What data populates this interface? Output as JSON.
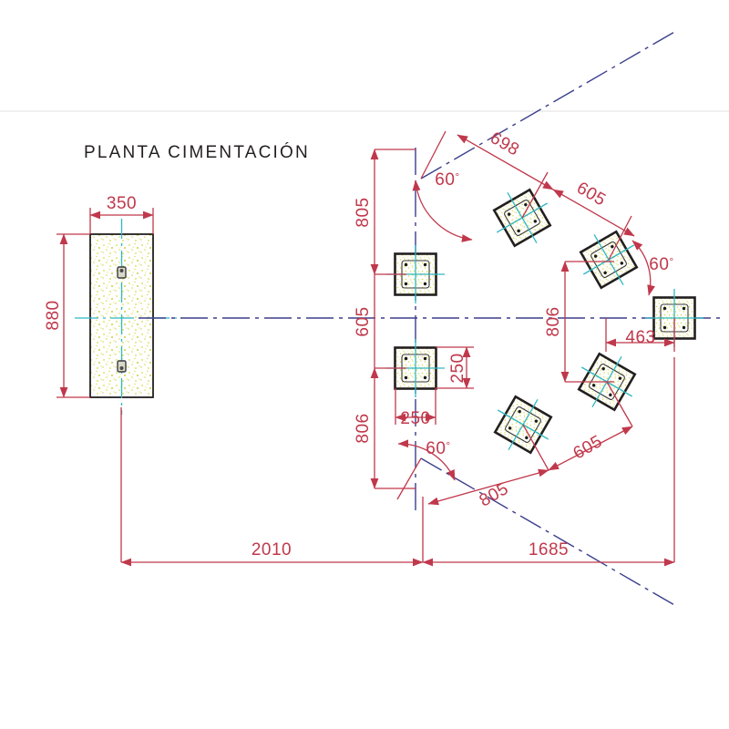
{
  "drawing": {
    "title": "PLANTA CIMENTACIÓN",
    "colors": {
      "dimension": "#c0384b",
      "outline": "#231f20",
      "centerline_cyan": "#2fb8c4",
      "axis_blue": "#3b3f8c",
      "hatch": "#d9d94a",
      "background": "#ffffff"
    }
  },
  "left_block": {
    "name": "zapata corrida",
    "width_label": "350",
    "height_label": "880",
    "anchors": 2
  },
  "dimensions": {
    "vertical_chain": [
      {
        "id": "v-805",
        "label": "805"
      },
      {
        "id": "v-605",
        "label": "605"
      },
      {
        "id": "v-806",
        "label": "806"
      }
    ],
    "right_vertical": {
      "id": "r-806",
      "label": "806"
    },
    "footing_size": [
      {
        "id": "f-250-v",
        "label": "250"
      },
      {
        "id": "f-250-h",
        "label": "250"
      }
    ],
    "upper_axis": [
      {
        "id": "u-698",
        "label": "698"
      },
      {
        "id": "u-605",
        "label": "605"
      }
    ],
    "lower_axis": [
      {
        "id": "l-805",
        "label": "805"
      },
      {
        "id": "l-605",
        "label": "605"
      }
    ],
    "right_offset": {
      "id": "x-463",
      "label": "463"
    },
    "bottom_chain": [
      {
        "id": "b-2010",
        "label": "2010"
      },
      {
        "id": "b-1685",
        "label": "1685"
      }
    ],
    "angles": [
      {
        "id": "ang-top",
        "label": "60",
        "unit": "°"
      },
      {
        "id": "ang-right",
        "label": "60",
        "unit": "°"
      },
      {
        "id": "ang-bottom",
        "label": "60",
        "unit": "°"
      }
    ]
  },
  "footings": [
    {
      "id": "footing-center-upper",
      "rotation": 0
    },
    {
      "id": "footing-center-lower",
      "rotation": 0
    },
    {
      "id": "footing-upper-inner",
      "rotation": -30
    },
    {
      "id": "footing-upper-outer",
      "rotation": -30
    },
    {
      "id": "footing-right",
      "rotation": 0
    },
    {
      "id": "footing-lower-outer",
      "rotation": 30
    },
    {
      "id": "footing-lower-inner",
      "rotation": 30
    }
  ]
}
